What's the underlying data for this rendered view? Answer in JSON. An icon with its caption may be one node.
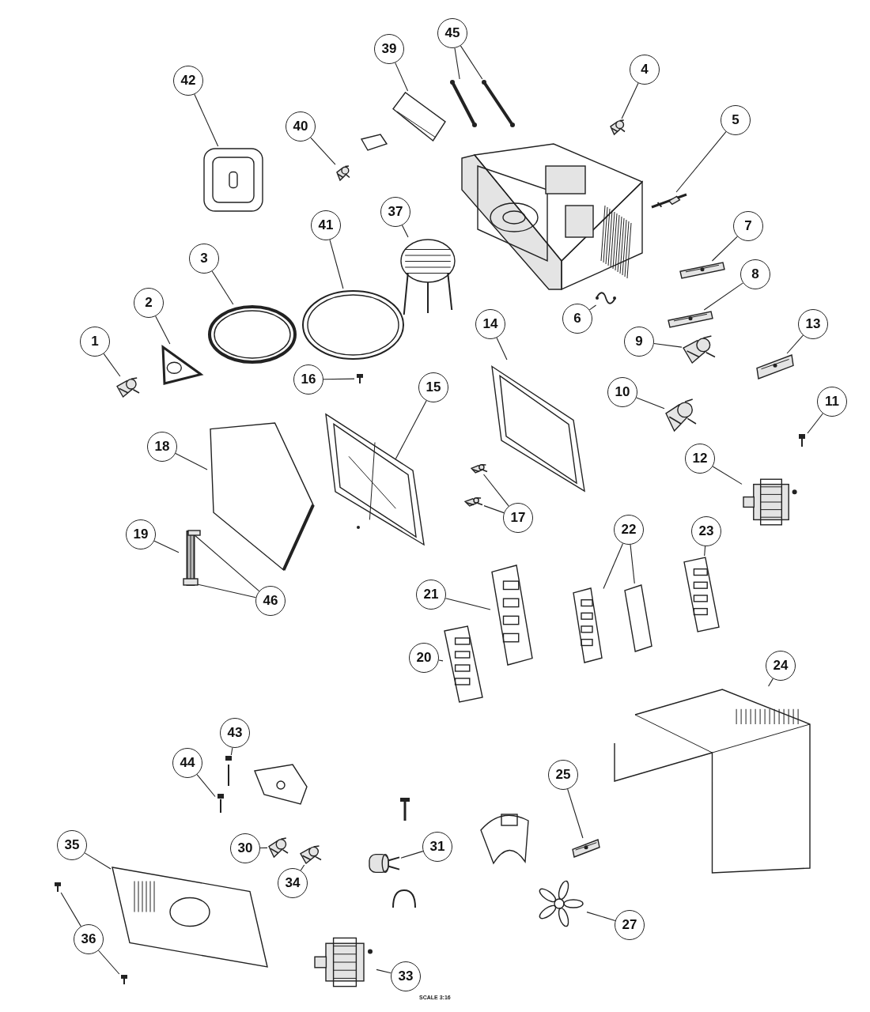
{
  "diagram": {
    "nodes": [
      {
        "text": [
          "42"
        ]
      },
      {
        "text": [],
        "shape": "picture"
      },
      {
        "text": [
          "39"
        ]
      },
      {
        "text": [],
        "shape": "picture"
      },
      {
        "text": [
          "45"
        ]
      },
      {
        "text": [],
        "shape": "picture"
      },
      {
        "text": [],
        "shape": "picture"
      },
      {
        "text": [
          "4"
        ]
      },
      {
        "text": [],
        "shape": "picture"
      },
      {
        "text": [
          "40"
        ]
      },
      {
        "text": [],
        "shape": "picture"
      },
      {
        "text": [
          "5"
        ]
      },
      {
        "text": [],
        "shape": "picture"
      },
      {
        "text": [
          "37"
        ]
      },
      {
        "text": [],
        "shape": "picture"
      },
      {
        "text": [
          "41"
        ]
      },
      {
        "text": [],
        "shape": "picture"
      },
      {
        "text": [
          "3"
        ]
      },
      {
        "text": [],
        "shape": "picture"
      },
      {
        "text": [
          "2"
        ]
      },
      {
        "text": [],
        "shape": "picture"
      },
      {
        "text": [
          "1"
        ]
      },
      {
        "text": [],
        "shape": "picture"
      },
      {
        "text": [
          "16"
        ]
      },
      {
        "text": [],
        "shape": "picture"
      },
      {
        "text": [
          "6"
        ]
      },
      {
        "text": [],
        "shape": "picture"
      },
      {
        "text": [
          "7"
        ]
      },
      {
        "text": [],
        "shape": "picture"
      },
      {
        "text": [
          "8"
        ]
      },
      {
        "text": [],
        "shape": "picture"
      },
      {
        "text": [
          "14"
        ]
      },
      {
        "text": [],
        "shape": "picture"
      },
      {
        "text": [
          "9"
        ]
      },
      {
        "text": [],
        "shape": "picture"
      },
      {
        "text": [
          "13"
        ]
      },
      {
        "text": [],
        "shape": "picture"
      },
      {
        "text": [
          "10"
        ]
      },
      {
        "text": [],
        "shape": "picture"
      },
      {
        "text": [
          "11"
        ]
      },
      {
        "text": [],
        "shape": "picture"
      },
      {
        "text": [
          "18"
        ]
      },
      {
        "text": [],
        "shape": "picture"
      },
      {
        "text": [
          "15"
        ]
      },
      {
        "text": [],
        "shape": "picture"
      },
      {
        "text": [
          "12"
        ]
      },
      {
        "text": [],
        "shape": "picture"
      },
      {
        "text": [
          "17"
        ]
      },
      {
        "text": [],
        "shape": "picture"
      },
      {
        "text": [],
        "shape": "picture"
      },
      {
        "text": [
          "22"
        ]
      },
      {
        "text": [],
        "shape": "picture"
      },
      {
        "text": [],
        "shape": "picture"
      },
      {
        "text": [
          "23"
        ]
      },
      {
        "text": [],
        "shape": "picture"
      },
      {
        "text": [
          "19"
        ]
      },
      {
        "text": [],
        "shape": "picture"
      },
      {
        "text": [
          "46"
        ]
      },
      {
        "text": [
          "21"
        ]
      },
      {
        "text": [],
        "shape": "picture"
      },
      {
        "text": [
          "20"
        ]
      },
      {
        "text": [],
        "shape": "picture"
      },
      {
        "text": [
          "24"
        ]
      },
      {
        "text": [],
        "shape": "picture"
      },
      {
        "text": [
          "43"
        ]
      },
      {
        "text": [],
        "shape": "picture"
      },
      {
        "text": [
          "44"
        ]
      },
      {
        "text": [],
        "shape": "picture"
      },
      {
        "text": [
          "25"
        ]
      },
      {
        "text": [],
        "shape": "picture"
      },
      {
        "text": [
          "30"
        ]
      },
      {
        "text": [],
        "shape": "picture"
      },
      {
        "text": [
          "31"
        ]
      },
      {
        "text": [],
        "shape": "picture"
      },
      {
        "text": [
          "35"
        ]
      },
      {
        "text": [],
        "shape": "picture"
      },
      {
        "text": [
          "34"
        ]
      },
      {
        "text": [],
        "shape": "picture"
      },
      {
        "text": [
          "36"
        ]
      },
      {
        "text": [],
        "shape": "picture"
      },
      {
        "text": [],
        "shape": "picture"
      },
      {
        "text": [
          "27"
        ]
      },
      {
        "text": [],
        "shape": "picture"
      },
      {
        "text": [
          "33"
        ]
      },
      {
        "text": [],
        "shape": "picture"
      }
    ],
    "edges": [
      {
        "from": 0,
        "to": 1,
        "arrow": "none"
      },
      {
        "from": 2,
        "to": 3,
        "arrow": "none"
      },
      {
        "from": 4,
        "to": 5,
        "arrow": "none"
      },
      {
        "from": 4,
        "to": 6,
        "arrow": "none"
      },
      {
        "from": 7,
        "to": 8,
        "arrow": "none"
      },
      {
        "from": 9,
        "to": 10,
        "arrow": "none"
      },
      {
        "from": 11,
        "to": 12,
        "arrow": "none"
      },
      {
        "from": 13,
        "to": 14,
        "arrow": "none"
      },
      {
        "from": 15,
        "to": 16,
        "arrow": "none"
      },
      {
        "from": 17,
        "to": 18,
        "arrow": "none"
      },
      {
        "from": 19,
        "to": 20,
        "arrow": "none"
      },
      {
        "from": 21,
        "to": 22,
        "arrow": "none"
      },
      {
        "from": 23,
        "to": 24,
        "arrow": "none"
      },
      {
        "from": 25,
        "to": 26,
        "arrow": "none"
      },
      {
        "from": 27,
        "to": 28,
        "arrow": "none"
      },
      {
        "from": 29,
        "to": 30,
        "arrow": "none"
      },
      {
        "from": 31,
        "to": 32,
        "arrow": "none"
      },
      {
        "from": 33,
        "to": 34,
        "arrow": "none"
      },
      {
        "from": 35,
        "to": 36,
        "arrow": "none"
      },
      {
        "from": 37,
        "to": 38,
        "arrow": "none"
      },
      {
        "from": 39,
        "to": 40,
        "arrow": "none"
      },
      {
        "from": 41,
        "to": 42,
        "arrow": "none"
      },
      {
        "from": 43,
        "to": 44,
        "arrow": "none"
      },
      {
        "from": 45,
        "to": 46,
        "arrow": "none"
      },
      {
        "from": 47,
        "to": 48,
        "arrow": "none"
      },
      {
        "from": 47,
        "to": 49,
        "arrow": "none"
      },
      {
        "from": 50,
        "to": 51,
        "arrow": "none"
      },
      {
        "from": 50,
        "to": 52,
        "arrow": "none"
      },
      {
        "from": 53,
        "to": 54,
        "arrow": "none"
      },
      {
        "from": 55,
        "to": 56,
        "arrow": "none"
      },
      {
        "from": 57,
        "to": 56,
        "arrow": "none"
      },
      {
        "from": 57,
        "to": 56,
        "arrow": "none"
      },
      {
        "from": 58,
        "to": 59,
        "arrow": "none"
      },
      {
        "from": 60,
        "to": 61,
        "arrow": "none"
      },
      {
        "from": 62,
        "to": 63,
        "arrow": "none"
      },
      {
        "from": 64,
        "to": 65,
        "arrow": "none"
      },
      {
        "from": 66,
        "to": 67,
        "arrow": "none"
      },
      {
        "from": 68,
        "to": 69,
        "arrow": "none"
      },
      {
        "from": 70,
        "to": 71,
        "arrow": "none"
      },
      {
        "from": 72,
        "to": 73,
        "arrow": "none"
      },
      {
        "from": 74,
        "to": 75,
        "arrow": "none"
      },
      {
        "from": 76,
        "to": 77,
        "arrow": "none"
      },
      {
        "from": 78,
        "to": 79,
        "arrow": "none"
      },
      {
        "from": 78,
        "to": 80,
        "arrow": "none"
      },
      {
        "from": 81,
        "to": 82,
        "arrow": "none"
      },
      {
        "from": 83,
        "to": 84,
        "arrow": "none"
      }
    ],
    "labels": [
      "SCALE 3:16"
    ]
  }
}
